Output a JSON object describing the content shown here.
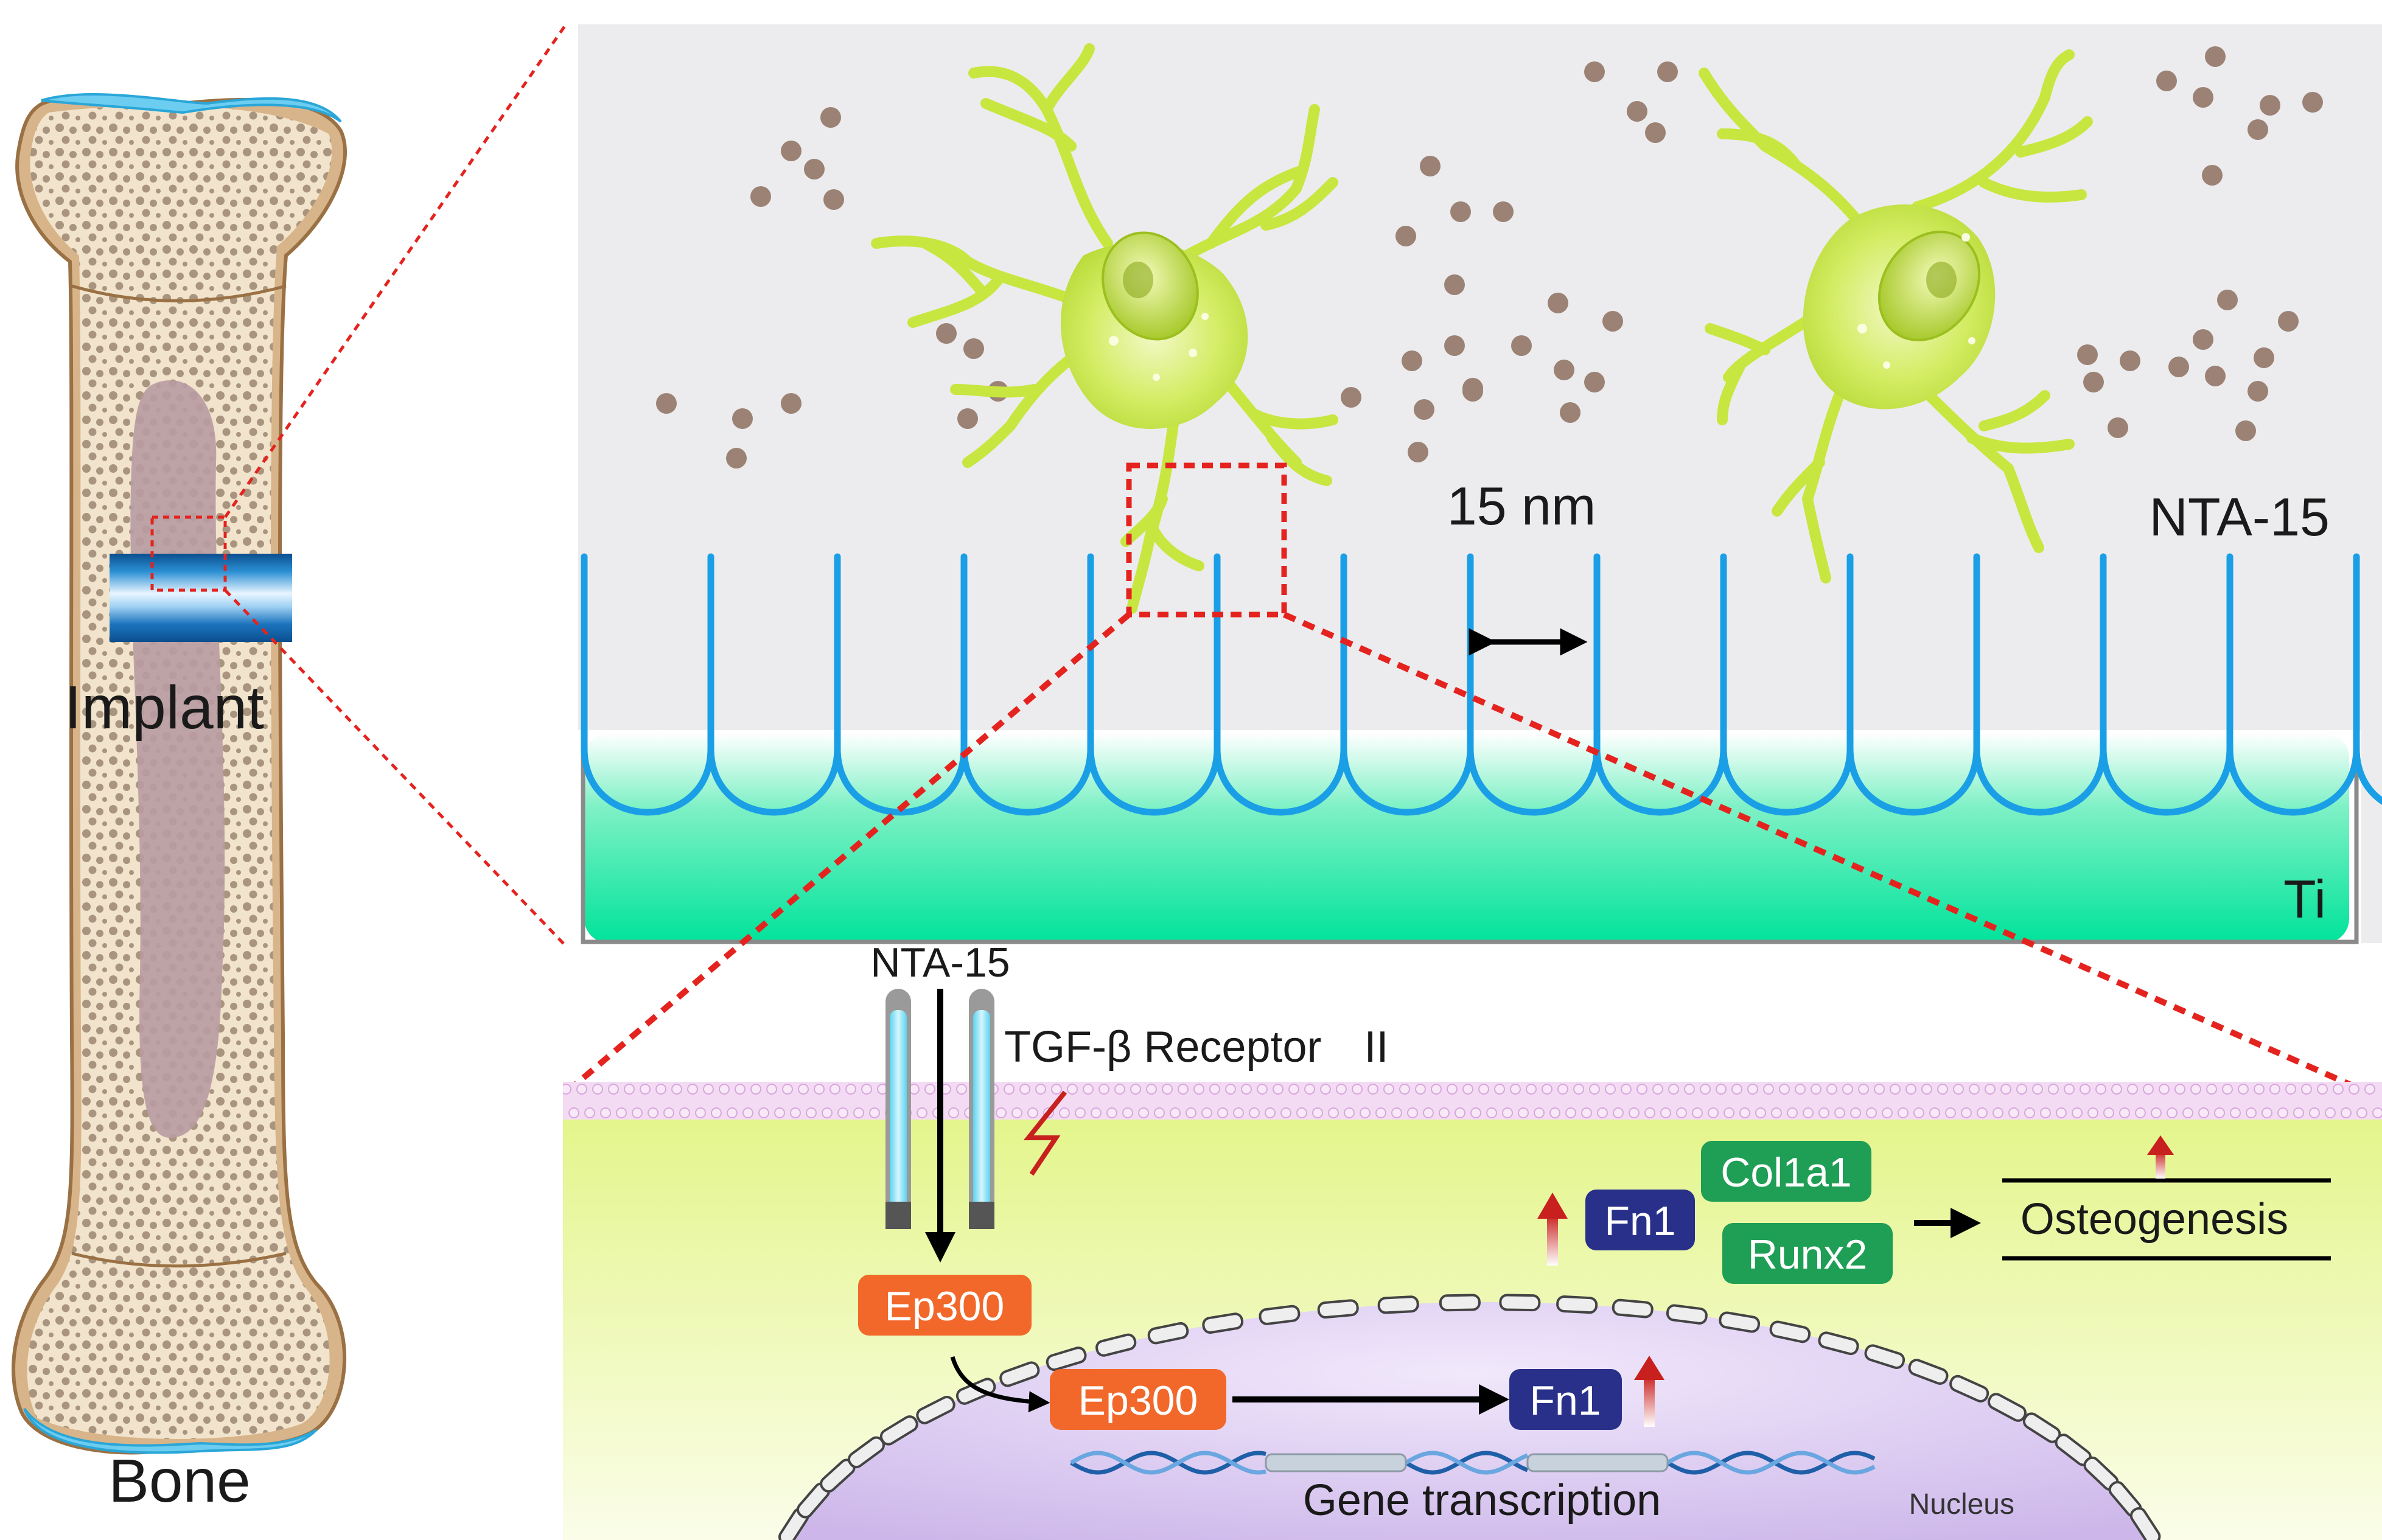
{
  "bone_panel": {
    "implant_label": "Implant",
    "bone_label": "Bone"
  },
  "surface_panel": {
    "spacing_label": "15 nm",
    "nanotube_label": "NTA-15",
    "substrate_label": "Ti"
  },
  "pathway_panel": {
    "nanotube_label": "NTA-15",
    "receptor_label": "TGF-β Receptor",
    "receptor_numeral": "II",
    "ep300_label": "Ep300",
    "ep300_nuclear_label": "Ep300",
    "fn1_label": "Fn1",
    "fn1_nuclear_label": "Fn1",
    "col1a1_label": "Col1a1",
    "runx2_label": "Runx2",
    "osteogenesis_label": "Osteogenesis",
    "gene_transcription_label": "Gene transcription",
    "nucleus_label": "Nucleus"
  },
  "colors": {
    "nanotube_blue": "#1a9fe6",
    "substrate_green": "#00e39a",
    "ep300_orange": "#f2682a",
    "fn1_navy": "#28308a",
    "gene_green": "#1f9e55",
    "arrow_red": "#c8201e",
    "cell_green": "#c9e84a",
    "dot_brown": "#9b8274",
    "zoom_red": "#e4231f"
  }
}
